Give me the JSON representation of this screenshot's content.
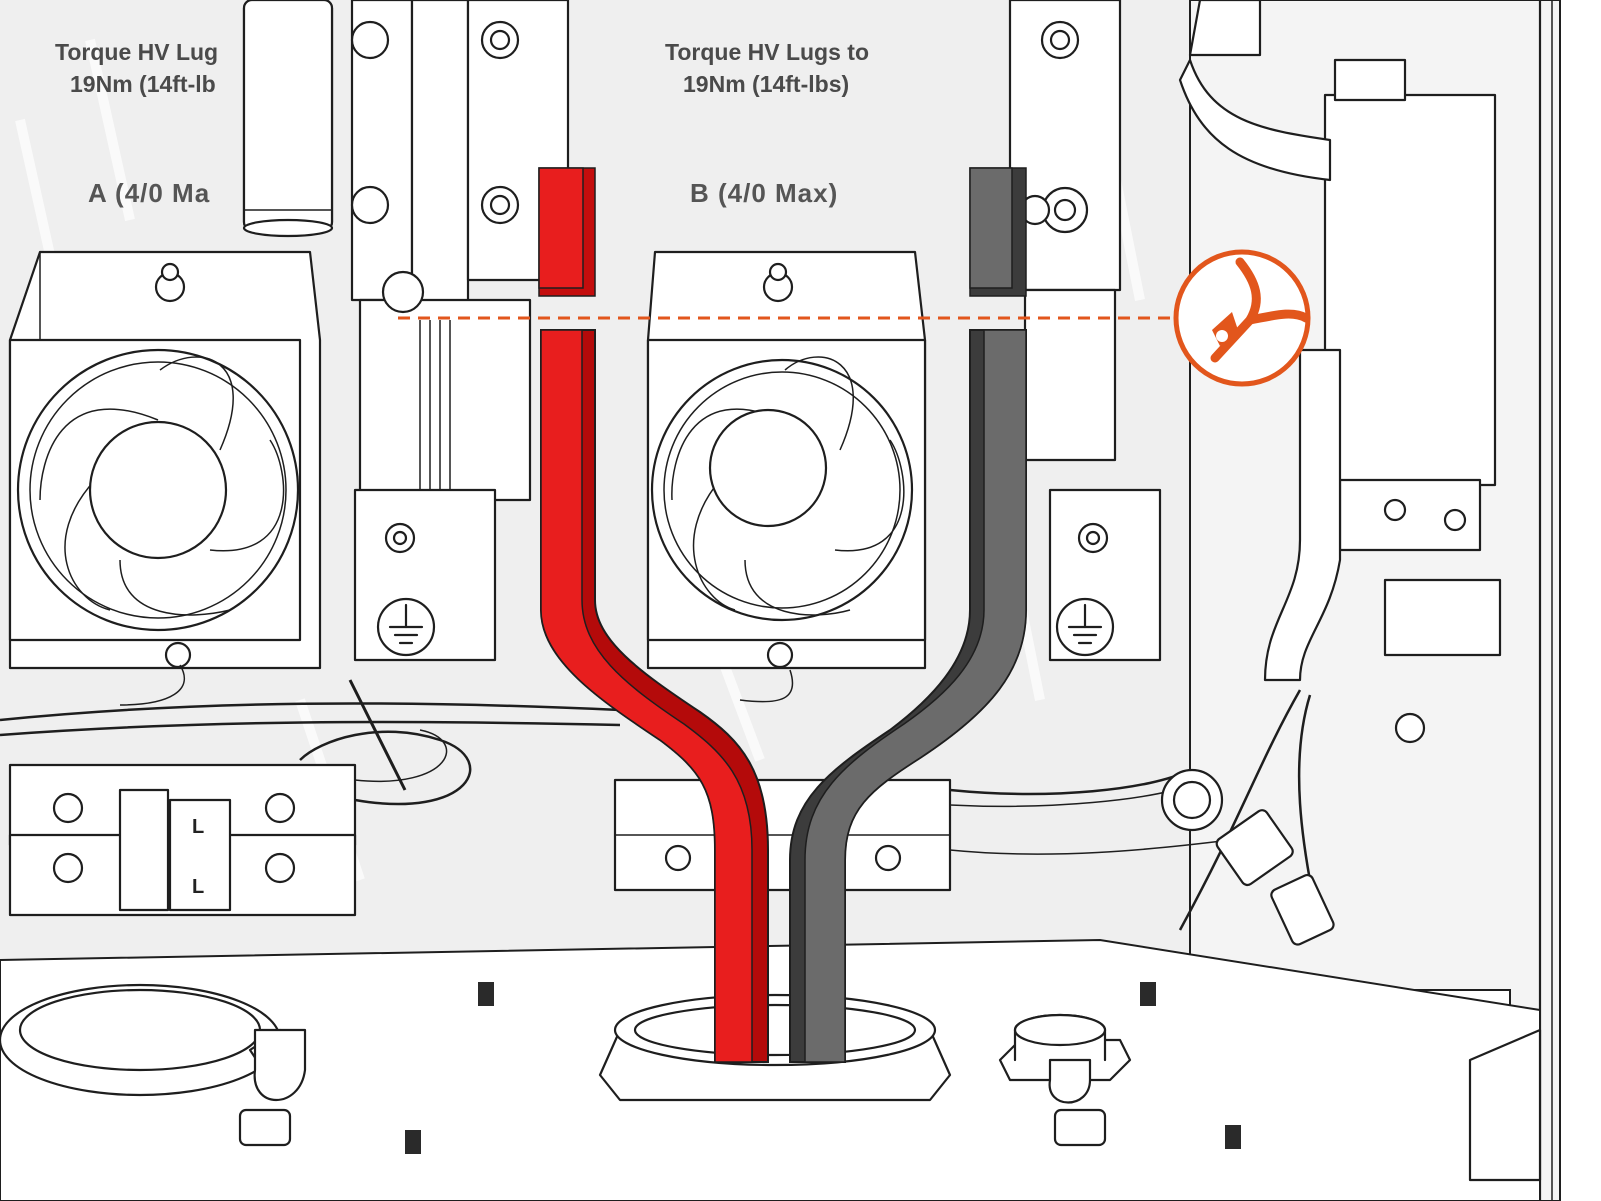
{
  "labels": {
    "torque_a_line1": "Torque HV Lug",
    "torque_a_line2": "19Nm (14ft-lb",
    "section_a": "A (4/0 Ma",
    "torque_b_line1": "Torque HV Lugs to",
    "torque_b_line2": "19Nm (14ft-lbs)",
    "section_b": "B (4/0 Max)",
    "breaker_upper": "L",
    "breaker_lower": "L"
  },
  "icons": {
    "cut": "wire-cutter-icon",
    "ground_a": "ground-symbol-icon",
    "ground_b": "ground-symbol-icon"
  },
  "colors": {
    "positive_cable": "#e81e1e",
    "negative_cable": "#6b6b6b",
    "cut_marker": "#e2561c",
    "enclosure_bg": "#efefef"
  }
}
